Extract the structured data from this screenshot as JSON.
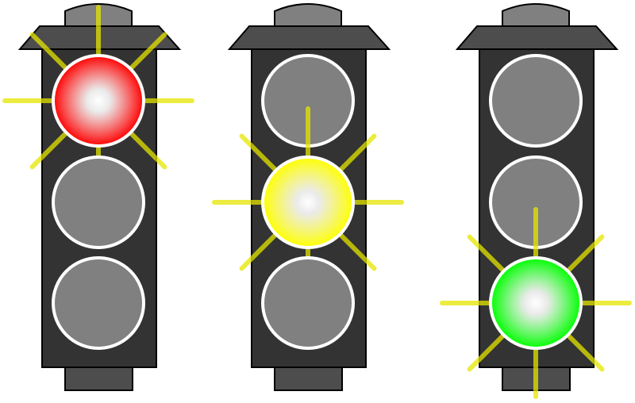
{
  "traffic_lights": [
    {
      "active": "red",
      "lamps": [
        "red",
        "off",
        "off"
      ]
    },
    {
      "active": "yellow",
      "lamps": [
        "off",
        "yellow",
        "off"
      ]
    },
    {
      "active": "green",
      "lamps": [
        "off",
        "off",
        "green"
      ]
    }
  ],
  "colors": {
    "housing": "#333333",
    "cap": "#4d4d4d",
    "dome": "#808080",
    "lamp_off": "#808080",
    "lamp_ring": "#ffffff",
    "red": "#ff0000",
    "yellow": "#ffff00",
    "green": "#00ff00",
    "ray": "#e6e600"
  }
}
